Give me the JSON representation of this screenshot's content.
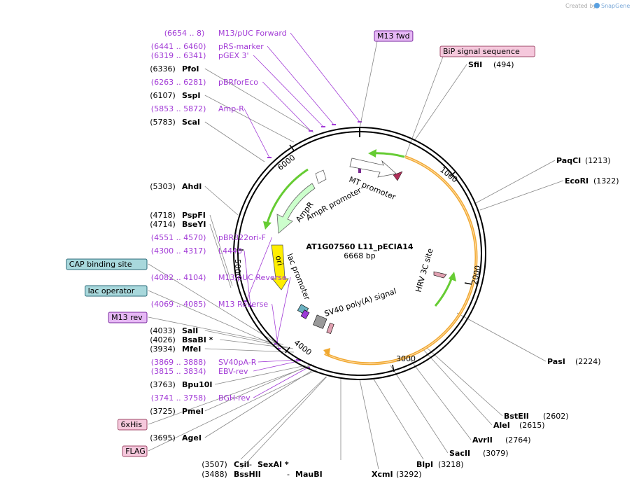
{
  "credit": {
    "prefix": "Created by",
    "brand": "SnapGene"
  },
  "plasmid": {
    "name": "AT1G07560 L11_pECIA14",
    "size_label": "6668 bp",
    "length": 6668
  },
  "colors": {
    "primer": "#a23bd6",
    "site": "#000000",
    "orange_feature": "#f0a830",
    "green_feature": "#66cc33",
    "ampr_fill": "#ccffcc",
    "ori_fill": "#ffee00",
    "mt_promoter_fill": "#ffffff",
    "box_pink": "#f5c8dc",
    "box_violet": "#e6b8f5",
    "box_cyan": "#a8d8dc"
  },
  "ticks": [
    "1000",
    "2000",
    "3000",
    "4000",
    "5000",
    "6000"
  ],
  "features": {
    "mt_promoter": "MT promoter",
    "ampr": "AmpR",
    "ampr_promoter": "AmpR promoter",
    "ori": "ori",
    "lac_promoter": "lac promoter",
    "sv40": "SV40 poly(A) signal",
    "hrv": "HRV 3C site"
  },
  "left_labels": [
    {
      "kind": "primer",
      "range": "(6654 .. 8)",
      "name": "M13/pUC Forward"
    },
    {
      "kind": "primer",
      "range": "(6441 .. 6460)",
      "name": "pRS-marker"
    },
    {
      "kind": "primer",
      "range": "(6319 .. 6341)",
      "name": "pGEX 3'"
    },
    {
      "kind": "site",
      "range": "(6336)",
      "name": "PfoI"
    },
    {
      "kind": "primer",
      "range": "(6263 .. 6281)",
      "name": "pBRforEco"
    },
    {
      "kind": "site",
      "range": "(6107)",
      "name": "SspI"
    },
    {
      "kind": "primer",
      "range": "(5853 .. 5872)",
      "name": "Amp-R"
    },
    {
      "kind": "site",
      "range": "(5783)",
      "name": "ScaI"
    },
    {
      "kind": "site",
      "range": "(5303)",
      "name": "AhdI"
    },
    {
      "kind": "site",
      "range": "(4718)",
      "name": "PspFI"
    },
    {
      "kind": "site",
      "range": "(4714)",
      "name": "BseYI"
    },
    {
      "kind": "primer",
      "range": "(4551 .. 4570)",
      "name": "pBR322ori-F"
    },
    {
      "kind": "primer",
      "range": "(4300 .. 4317)",
      "name": "L4440"
    },
    {
      "kind": "box",
      "range": "",
      "name": "CAP binding site"
    },
    {
      "kind": "primer",
      "range": "(4082 .. 4104)",
      "name": "M13/pUC Reverse"
    },
    {
      "kind": "box",
      "range": "",
      "name": "lac operator"
    },
    {
      "kind": "primer",
      "range": "(4069 .. 4085)",
      "name": "M13 Reverse"
    },
    {
      "kind": "box",
      "range": "",
      "name": "M13 rev"
    },
    {
      "kind": "site",
      "range": "(4033)",
      "name": "SalI"
    },
    {
      "kind": "site",
      "range": "(4026)",
      "name": "BsaBI *"
    },
    {
      "kind": "site",
      "range": "(3934)",
      "name": "MfeI"
    },
    {
      "kind": "primer",
      "range": "(3869 .. 3888)",
      "name": "SV40pA-R"
    },
    {
      "kind": "primer",
      "range": "(3815 .. 3834)",
      "name": "EBV-rev"
    },
    {
      "kind": "site",
      "range": "(3763)",
      "name": "Bpu10I"
    },
    {
      "kind": "primer",
      "range": "(3741 .. 3758)",
      "name": "BGH-rev"
    },
    {
      "kind": "site",
      "range": "(3725)",
      "name": "PmeI"
    },
    {
      "kind": "box",
      "range": "",
      "name": "6xHis"
    },
    {
      "kind": "site",
      "range": "(3695)",
      "name": "AgeI"
    },
    {
      "kind": "box",
      "range": "",
      "name": "FLAG"
    }
  ],
  "bottom_labels": [
    {
      "range": "(3507)",
      "name": "CsiI",
      "partner": "SexAI *"
    },
    {
      "range": "(3488)",
      "name": "BssHII",
      "partner": "MauBI"
    },
    {
      "range": "",
      "name": "XcmI",
      "pos": "(3292)"
    },
    {
      "range": "",
      "name": "BlpI",
      "pos": "(3218)"
    }
  ],
  "right_labels": [
    {
      "kind": "box",
      "name": "M13 fwd",
      "pos": ""
    },
    {
      "kind": "box",
      "name": "BiP signal sequence",
      "pos": ""
    },
    {
      "kind": "site",
      "name": "SfiI",
      "pos": "(494)"
    },
    {
      "kind": "site",
      "name": "PaqCI",
      "pos": "(1213)"
    },
    {
      "kind": "site",
      "name": "EcoRI",
      "pos": "(1322)"
    },
    {
      "kind": "site",
      "name": "PasI",
      "pos": "(2224)"
    },
    {
      "kind": "site",
      "name": "BstEII",
      "pos": "(2602)"
    },
    {
      "kind": "site",
      "name": "AleI",
      "pos": "(2615)"
    },
    {
      "kind": "site",
      "name": "AvrII",
      "pos": "(2764)"
    },
    {
      "kind": "site",
      "name": "SacII",
      "pos": "(3079)"
    }
  ]
}
